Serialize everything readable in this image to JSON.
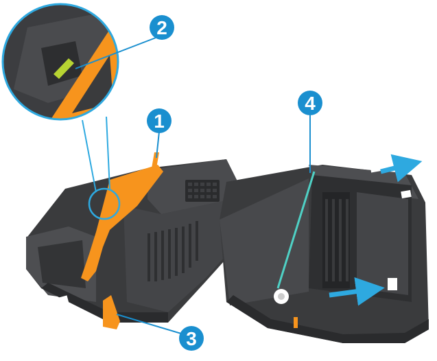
{
  "colors": {
    "callout": "#1a8fcf",
    "accent_orange": "#f7941d",
    "body_dark": "#3a3b3d",
    "body_mid": "#4d4e51",
    "body_light": "#5f6064",
    "highlight_teal": "#4fd1c5",
    "arrow_blue": "#2ea9e0",
    "tab_green": "#b7d432"
  },
  "callouts": [
    {
      "label": "1"
    },
    {
      "label": "2"
    },
    {
      "label": "3"
    },
    {
      "label": "4"
    }
  ],
  "icons": [
    "toner-cartridge-left",
    "toner-cartridge-right",
    "magnifier-inset",
    "pull-arrow"
  ]
}
